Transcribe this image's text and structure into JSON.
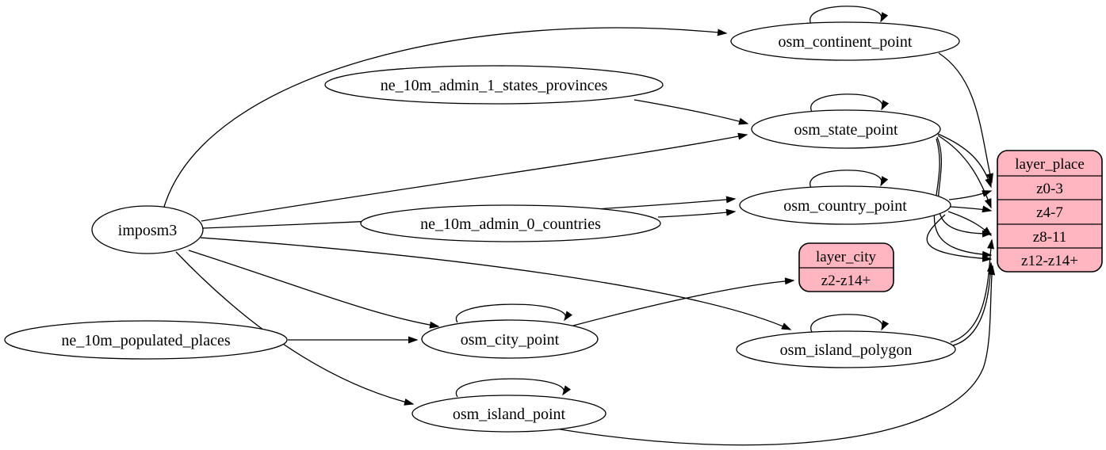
{
  "diagram_type": "graphviz-etl-dependency-graph",
  "colors": {
    "record_fill": "#ffb6c1",
    "node_fill": "#ffffff",
    "edge_color": "#000000",
    "background": "#ffffff"
  },
  "nodes": {
    "imposm3": {
      "label": "imposm3"
    },
    "ne_10m_admin_1_states_provinces": {
      "label": "ne_10m_admin_1_states_provinces"
    },
    "ne_10m_admin_0_countries": {
      "label": "ne_10m_admin_0_countries"
    },
    "ne_10m_populated_places": {
      "label": "ne_10m_populated_places"
    },
    "osm_continent_point": {
      "label": "osm_continent_point"
    },
    "osm_state_point": {
      "label": "osm_state_point"
    },
    "osm_country_point": {
      "label": "osm_country_point"
    },
    "osm_city_point": {
      "label": "osm_city_point"
    },
    "osm_island_polygon": {
      "label": "osm_island_polygon"
    },
    "osm_island_point": {
      "label": "osm_island_point"
    }
  },
  "records": {
    "layer_city": {
      "title": "layer_city",
      "rows": [
        "z2-z14+"
      ]
    },
    "layer_place": {
      "title": "layer_place",
      "rows": [
        "z0-3",
        "z4-7",
        "z8-11",
        "z12-z14+"
      ]
    }
  },
  "edges": [
    {
      "from": "imposm3",
      "to": "osm_continent_point"
    },
    {
      "from": "imposm3",
      "to": "osm_state_point"
    },
    {
      "from": "imposm3",
      "to": "osm_country_point"
    },
    {
      "from": "imposm3",
      "to": "osm_city_point"
    },
    {
      "from": "imposm3",
      "to": "osm_island_polygon"
    },
    {
      "from": "imposm3",
      "to": "osm_island_point"
    },
    {
      "from": "ne_10m_admin_1_states_provinces",
      "to": "osm_state_point"
    },
    {
      "from": "ne_10m_admin_0_countries",
      "to": "osm_country_point"
    },
    {
      "from": "ne_10m_populated_places",
      "to": "osm_city_point"
    },
    {
      "from": "osm_continent_point",
      "to": "osm_continent_point"
    },
    {
      "from": "osm_state_point",
      "to": "osm_state_point"
    },
    {
      "from": "osm_country_point",
      "to": "osm_country_point"
    },
    {
      "from": "osm_city_point",
      "to": "osm_city_point"
    },
    {
      "from": "osm_island_polygon",
      "to": "osm_island_polygon"
    },
    {
      "from": "osm_island_point",
      "to": "osm_island_point"
    },
    {
      "from": "osm_continent_point",
      "to": "layer_place:z0-3"
    },
    {
      "from": "osm_state_point",
      "to": "layer_place:z0-3"
    },
    {
      "from": "osm_state_point",
      "to": "layer_place:z4-7"
    },
    {
      "from": "osm_state_point",
      "to": "layer_place:z8-11"
    },
    {
      "from": "osm_state_point",
      "to": "layer_place:z12-z14+"
    },
    {
      "from": "osm_country_point",
      "to": "layer_place:z0-3"
    },
    {
      "from": "osm_country_point",
      "to": "layer_place:z4-7"
    },
    {
      "from": "osm_country_point",
      "to": "layer_place:z8-11"
    },
    {
      "from": "osm_country_point",
      "to": "layer_place:z12-z14+"
    },
    {
      "from": "osm_city_point",
      "to": "layer_city:z2-z14+"
    },
    {
      "from": "osm_island_polygon",
      "to": "layer_place:z8-11"
    },
    {
      "from": "osm_island_polygon",
      "to": "layer_place:z12-z14+"
    },
    {
      "from": "osm_island_point",
      "to": "layer_place:z12-z14+"
    }
  ]
}
